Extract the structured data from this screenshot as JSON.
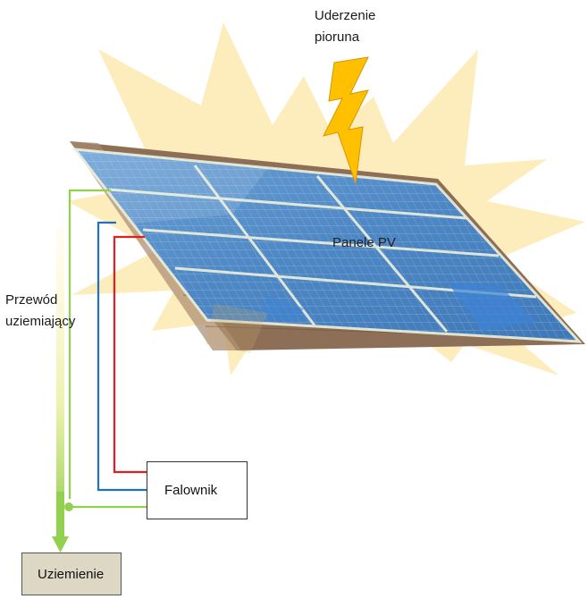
{
  "labels": {
    "lightning_line1": "Uderzenie",
    "lightning_line2": "pioruna",
    "panels": "Panele PV",
    "wire_line1": "Przewód",
    "wire_line2": "uziemiający",
    "inverter": "Falownik",
    "ground": "Uziemienie"
  },
  "colors": {
    "burst": "#fde7a6",
    "lightning_bolt": "#ffc000",
    "panel_blue": "#4f8cc9",
    "panel_frame": "#e9ecd9",
    "roof": "#9a7d64",
    "ground_wire": "#92d050",
    "positive_wire": "#e02020",
    "negative_wire": "#2070c0",
    "ground_box": "#dcd8c4"
  }
}
